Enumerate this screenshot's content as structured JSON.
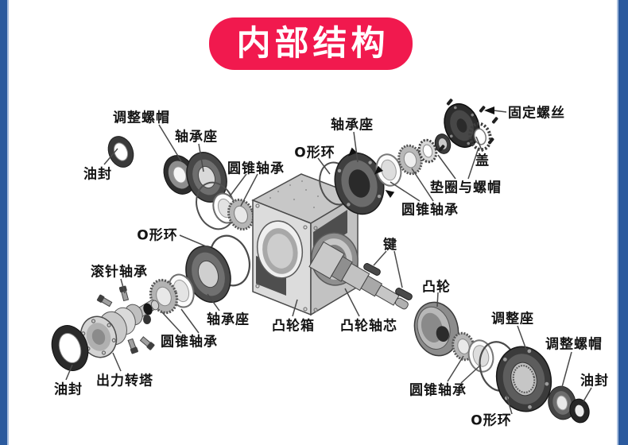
{
  "banner": {
    "title": "内部结构"
  },
  "colors": {
    "banner_bg": "#F1194E",
    "banner_text": "#FFFFFF",
    "side_border": "#2B5A9E",
    "side_border_light": "#A9BFDF",
    "label_text": "#141414",
    "leader_line": "#4A4A4A",
    "background": "#FFFFFF"
  },
  "diagram": {
    "labels": [
      {
        "name": "adjust-nut-top-left",
        "text": "调整螺帽"
      },
      {
        "name": "bearing-seat-top-left",
        "text": "轴承座"
      },
      {
        "name": "oil-seal-top-left",
        "text": "油封"
      },
      {
        "name": "taper-bearing-upper-left",
        "text": "圆锥轴承"
      },
      {
        "name": "o-ring-top",
        "text": "O形环"
      },
      {
        "name": "bearing-seat-top",
        "text": "轴承座"
      },
      {
        "name": "taper-bearing-top",
        "text": "圆锥轴承"
      },
      {
        "name": "washer-and-nut",
        "text": "垫圈与螺帽"
      },
      {
        "name": "cover",
        "text": "盖"
      },
      {
        "name": "fixing-screw",
        "text": "固定螺丝"
      },
      {
        "name": "key",
        "text": "键"
      },
      {
        "name": "cam",
        "text": "凸轮"
      },
      {
        "name": "cam-box",
        "text": "凸轮箱"
      },
      {
        "name": "cam-shaft-core",
        "text": "凸轮轴芯"
      },
      {
        "name": "o-ring-left",
        "text": "O形环"
      },
      {
        "name": "needle-bearing",
        "text": "滚针轴承"
      },
      {
        "name": "bearing-seat-lower-left",
        "text": "轴承座"
      },
      {
        "name": "taper-bearing-lower-left",
        "text": "圆锥轴承"
      },
      {
        "name": "output-turret",
        "text": "出力转塔"
      },
      {
        "name": "oil-seal-lower-left",
        "text": "油封"
      },
      {
        "name": "taper-bearing-bottom",
        "text": "圆锥轴承"
      },
      {
        "name": "adjust-seat",
        "text": "调整座"
      },
      {
        "name": "adjust-nut-bottom-right",
        "text": "调整螺帽"
      },
      {
        "name": "oil-seal-bottom-right",
        "text": "油封"
      },
      {
        "name": "o-ring-bottom-right",
        "text": "O形环"
      }
    ]
  }
}
